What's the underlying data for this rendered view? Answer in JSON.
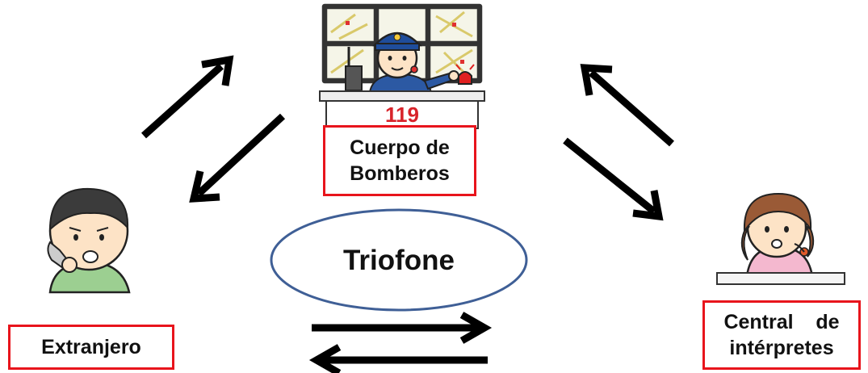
{
  "station": {
    "number_sign": "119",
    "label_line1": "Cuerpo de",
    "label_line2": "Bomberos"
  },
  "foreigner": {
    "label": "Extranjero"
  },
  "interpreter": {
    "label_line1": "Central    de",
    "label_line2": "intérpretes"
  },
  "center": {
    "label": "Triofone"
  },
  "colors": {
    "box_border": "#e8141c",
    "ellipse_stroke": "#3f5f96",
    "arrow": "#000000",
    "number_sign": "#d8232a"
  }
}
